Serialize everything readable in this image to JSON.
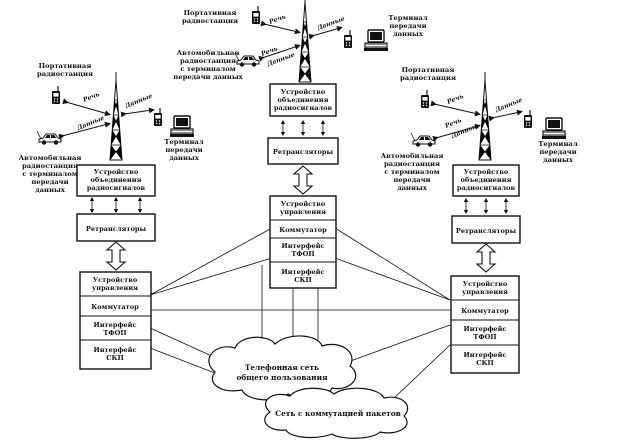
{
  "colors": {
    "ink": "#111111",
    "paper": "#ffffff"
  },
  "labels": {
    "portable": [
      "Портативная",
      "радиостанция"
    ],
    "car": [
      "Автомобильная",
      "радиостанция",
      "с терминалом",
      "передачи",
      "данных"
    ],
    "car_center": [
      "Автомобильная",
      "радиостанция",
      "с терминалом",
      "передачи данных"
    ],
    "terminal": [
      "Терминал",
      "передачи",
      "данных"
    ],
    "speech": "Речь",
    "data": "Данные",
    "combiner": [
      "Устройство",
      "объединения",
      "радиосигналов"
    ],
    "repeaters": "Ретрансляторы",
    "control": [
      "Устройство",
      "управления"
    ],
    "switch": "Коммутатор",
    "pstn_if": [
      "Интерфейс",
      "ТФОП"
    ],
    "pdn_if": [
      "Интерфейс",
      "СКП"
    ],
    "pstn_cloud": [
      "Телефонная сеть",
      "общего пользования"
    ],
    "packet_cloud": "Сеть с коммутацией пакетов"
  },
  "icons": [
    "portable-radio-icon",
    "car-icon",
    "computer-terminal-icon",
    "antenna-tower-icon"
  ]
}
